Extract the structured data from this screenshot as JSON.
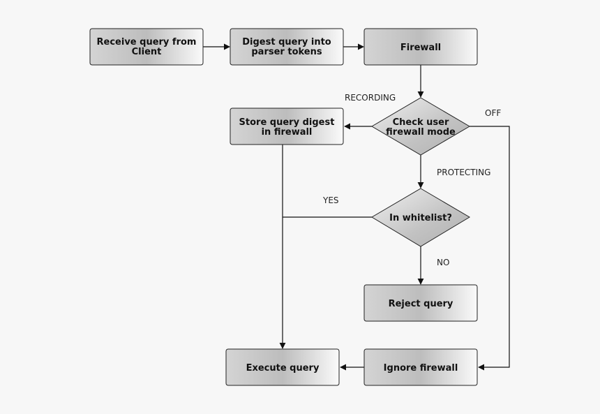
{
  "nodes": {
    "receive": [
      "Receive query from",
      "Client"
    ],
    "digest": [
      "Digest query into",
      "parser tokens"
    ],
    "firewall": [
      "Firewall"
    ],
    "check_mode": [
      "Check user",
      "firewall mode"
    ],
    "store": [
      "Store query digest",
      "in firewall"
    ],
    "whitelist": [
      "In whitelist?"
    ],
    "reject": [
      "Reject query"
    ],
    "execute": [
      "Execute query"
    ],
    "ignore": [
      "Ignore firewall"
    ]
  },
  "edge_labels": {
    "recording": "RECORDING",
    "off": "OFF",
    "protecting": "PROTECTING",
    "yes": "YES",
    "no": "NO"
  }
}
